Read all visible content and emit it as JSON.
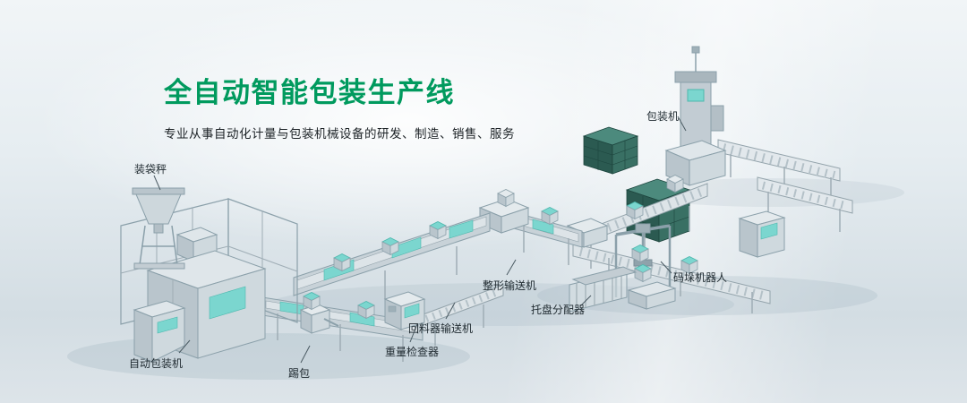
{
  "header": {
    "title": "全自动智能包装生产线",
    "subtitle": "专业从事自动化计量与包装机械设备的研发、制造、销售、服务"
  },
  "colors": {
    "title_green": "#009a5e",
    "belt_cyan": "#7bd6cf",
    "stack_teal_top": "#4c8a7d",
    "stack_teal_left": "#2b5a51",
    "stack_teal_right": "#397064",
    "machine_gray_light": "#dde4e8",
    "machine_gray_mid": "#c8d2d8",
    "machine_gray_dark": "#aebac1",
    "background_top": "#f1f5f7",
    "background_bottom": "#d3dde3",
    "label_text": "#1f2a30"
  },
  "labels": [
    {
      "id": "bagging-scale",
      "text": "装袋秤"
    },
    {
      "id": "packaging-machine",
      "text": "包装机"
    },
    {
      "id": "palletizing-robot",
      "text": "码垛机器人"
    },
    {
      "id": "pallet-dispenser",
      "text": "托盘分配器"
    },
    {
      "id": "shaping-conveyor",
      "text": "整形输送机"
    },
    {
      "id": "return-feeder-conveyor",
      "text": "回料器输送机"
    },
    {
      "id": "weight-checker",
      "text": "重量检查器"
    },
    {
      "id": "kick-device",
      "text": "踢包"
    },
    {
      "id": "auto-packing-machine",
      "text": "自动包装机"
    }
  ]
}
